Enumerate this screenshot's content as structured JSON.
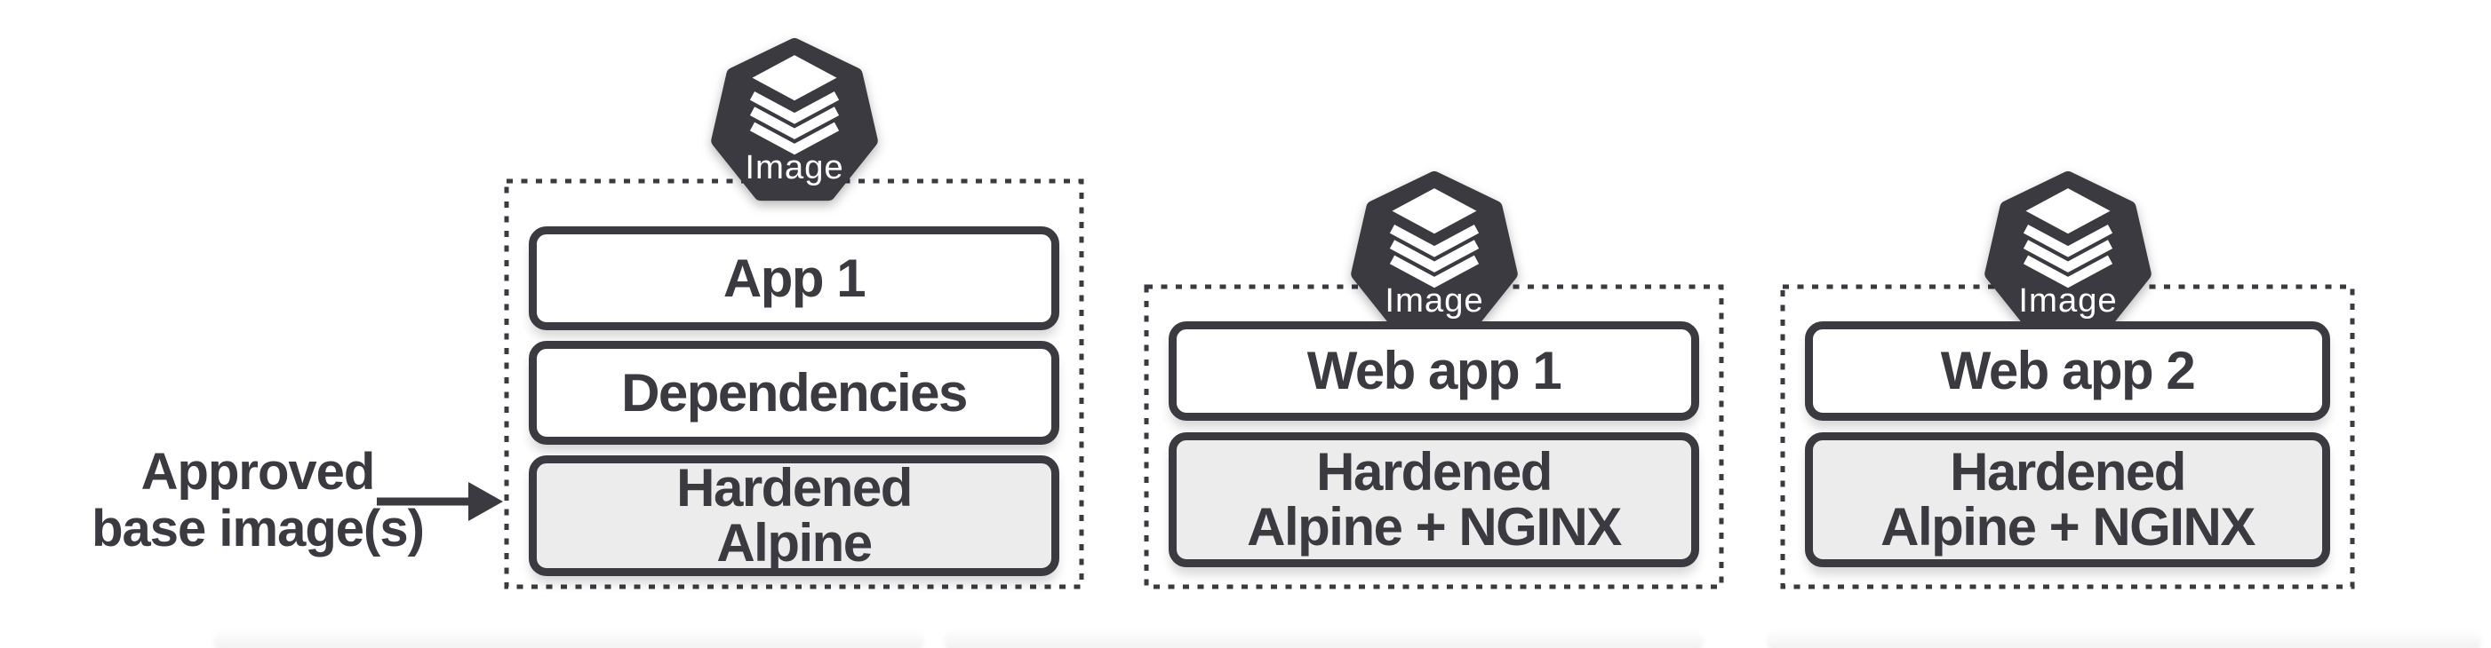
{
  "badge_label": "Image",
  "annotation": {
    "line1": "Approved",
    "line2": "base image(s)"
  },
  "stacks": [
    {
      "layers": [
        {
          "label": "App 1"
        },
        {
          "label": "Dependencies"
        },
        {
          "line1": "Hardened",
          "line2": "Alpine"
        }
      ]
    },
    {
      "layers": [
        {
          "label": "Web app 1"
        },
        {
          "line1": "Hardened",
          "line2": "Alpine + NGINX"
        }
      ]
    },
    {
      "layers": [
        {
          "label": "Web app 2"
        },
        {
          "line1": "Hardened",
          "line2": "Alpine + NGINX"
        }
      ]
    }
  ],
  "colors": {
    "outline": "#3a3a40",
    "badge_fill": "#3a3a40",
    "badge_text": "#ffffff",
    "app_layer_fill": "#ffffff",
    "base_layer_fill": "#ececec"
  }
}
